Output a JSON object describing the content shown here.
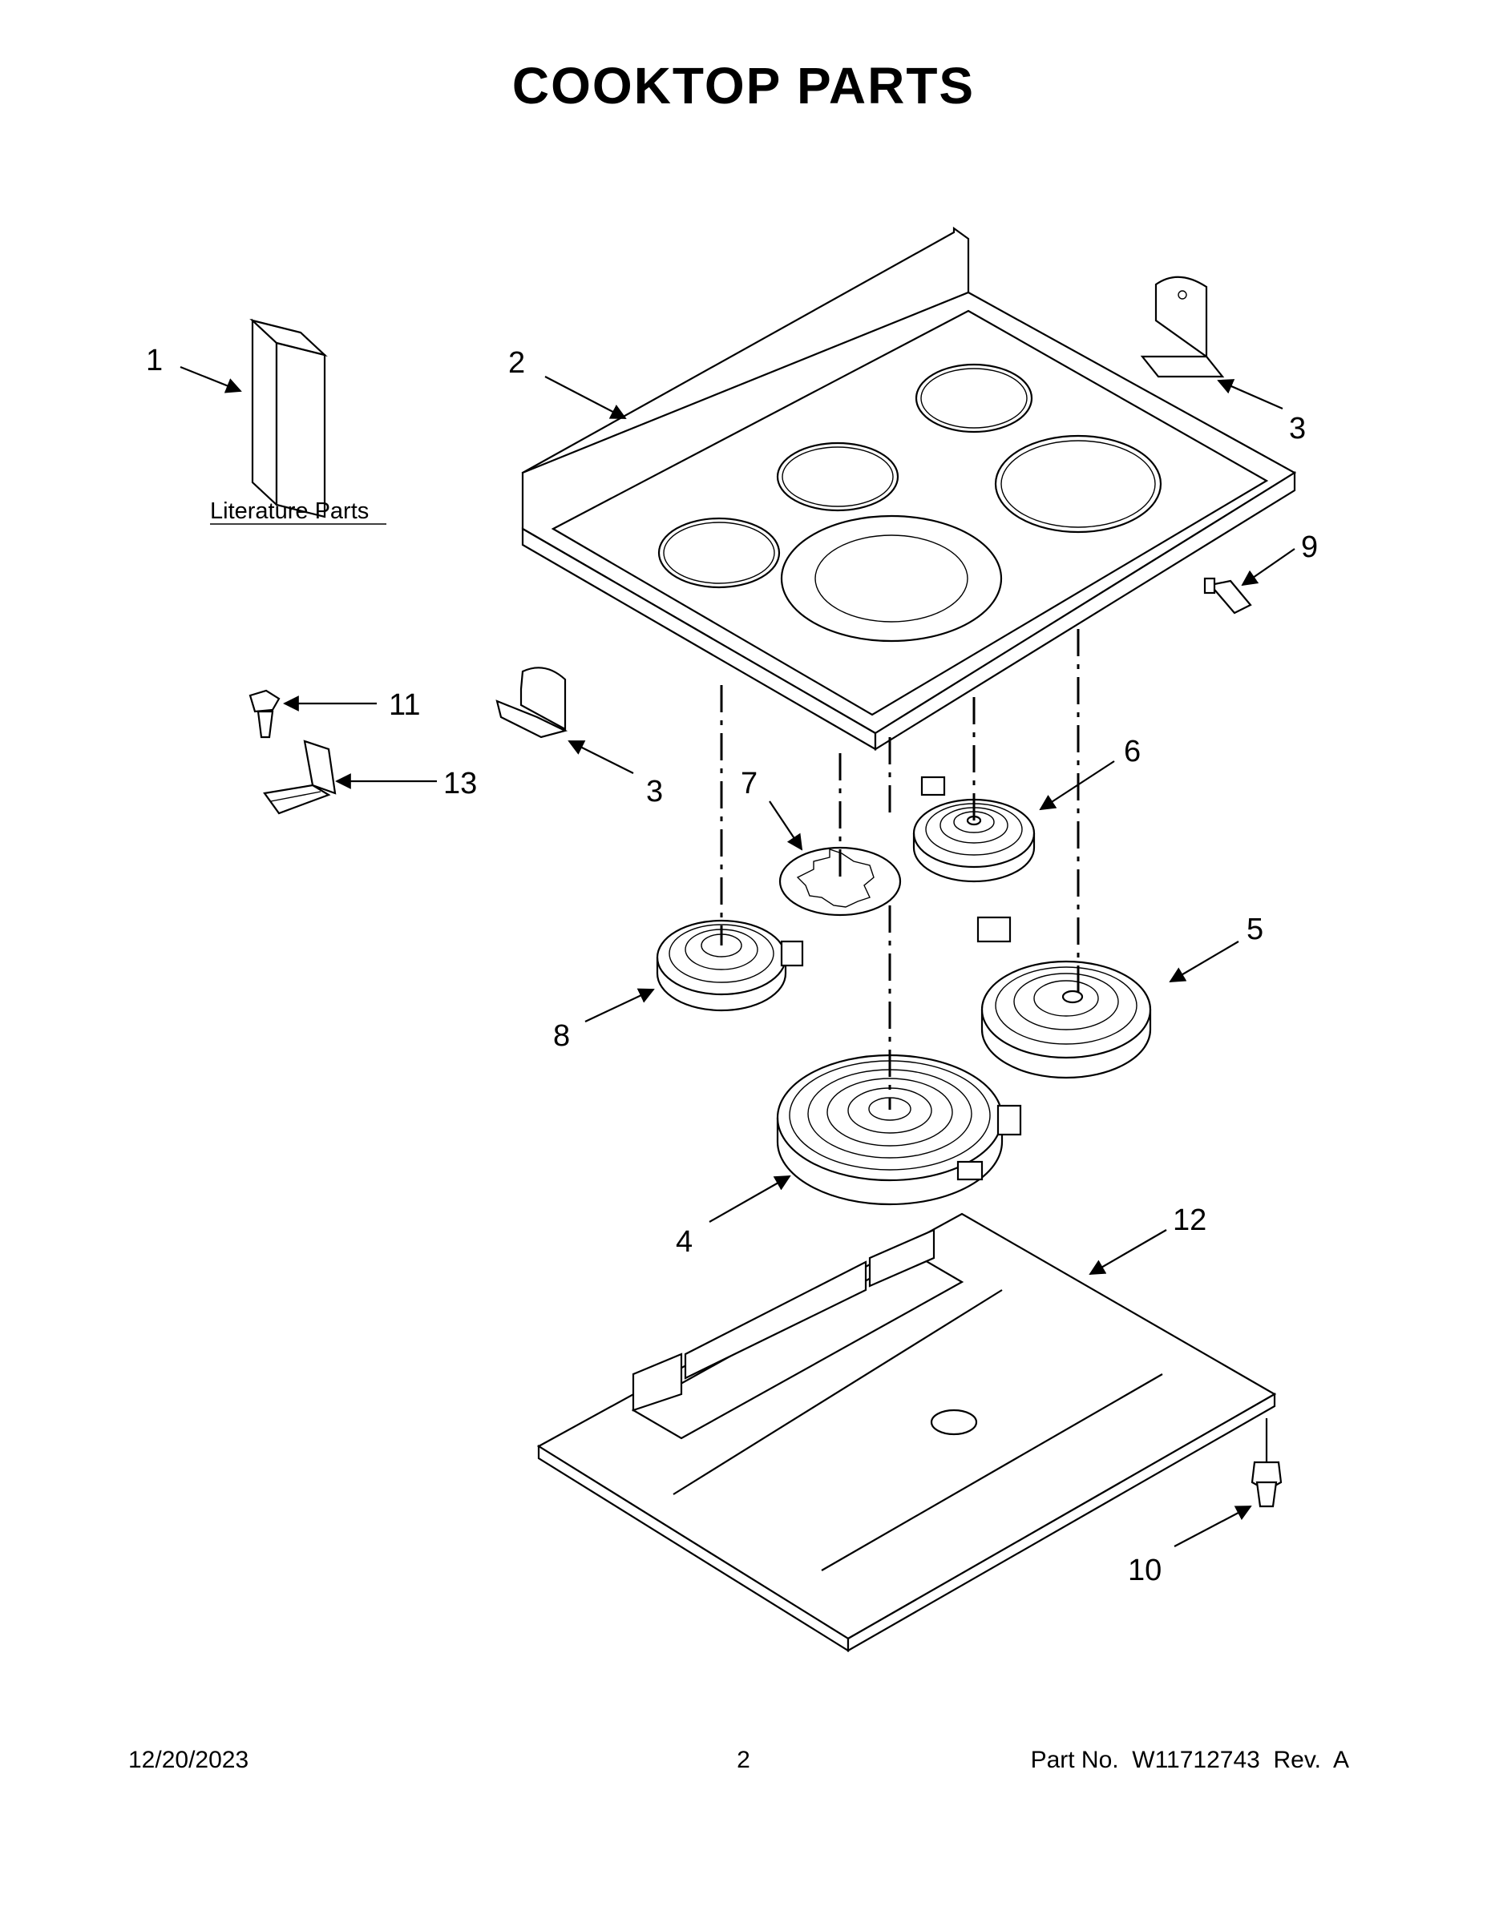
{
  "title": "COOKTOP PARTS",
  "literature_label": "Literature Parts",
  "callouts": {
    "c1": "1",
    "c2": "2",
    "c3a": "3",
    "c3b": "3",
    "c4": "4",
    "c5": "5",
    "c6": "6",
    "c7": "7",
    "c8": "8",
    "c9": "9",
    "c10": "10",
    "c11": "11",
    "c12": "12",
    "c13": "13"
  },
  "footer": {
    "date": "12/20/2023",
    "page": "2",
    "part": "Part No.  W11712743  Rev.  A"
  }
}
